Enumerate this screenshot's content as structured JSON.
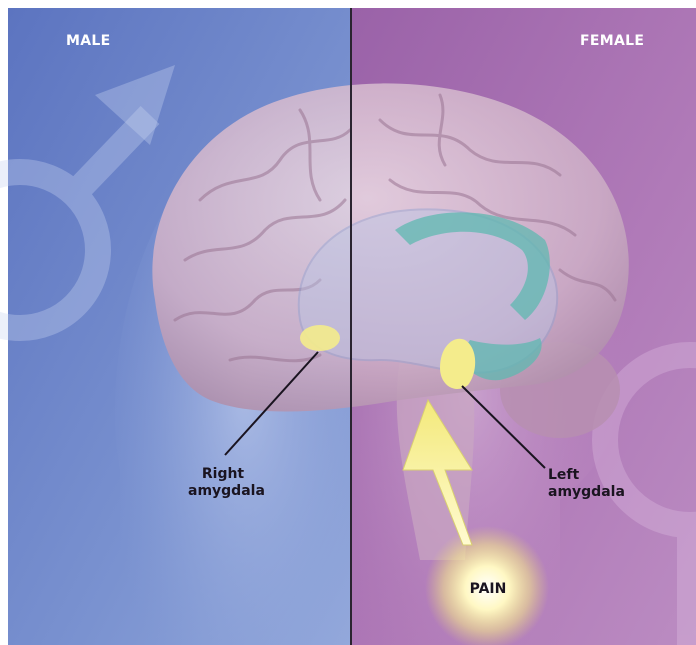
{
  "header": {
    "male_label": "MALE",
    "female_label": "FEMALE"
  },
  "labels": {
    "right_amygdala_line1": "Right",
    "right_amygdala_line2": "amygdala",
    "left_amygdala_line1": "Left",
    "left_amygdala_line2": "amygdala",
    "pain": "PAIN"
  },
  "colors": {
    "male_panel": "#6f86c9",
    "female_panel": "#a56fb0",
    "amygdala": "#f4ec8c",
    "pain_glow": "#fff7b0",
    "limbic_teal": "#5fb8b0",
    "divider": "#2a2430"
  },
  "icons": {
    "male_symbol": "mars-symbol-icon",
    "female_symbol": "venus-symbol-icon",
    "pain_arrow": "up-arrow-icon"
  }
}
